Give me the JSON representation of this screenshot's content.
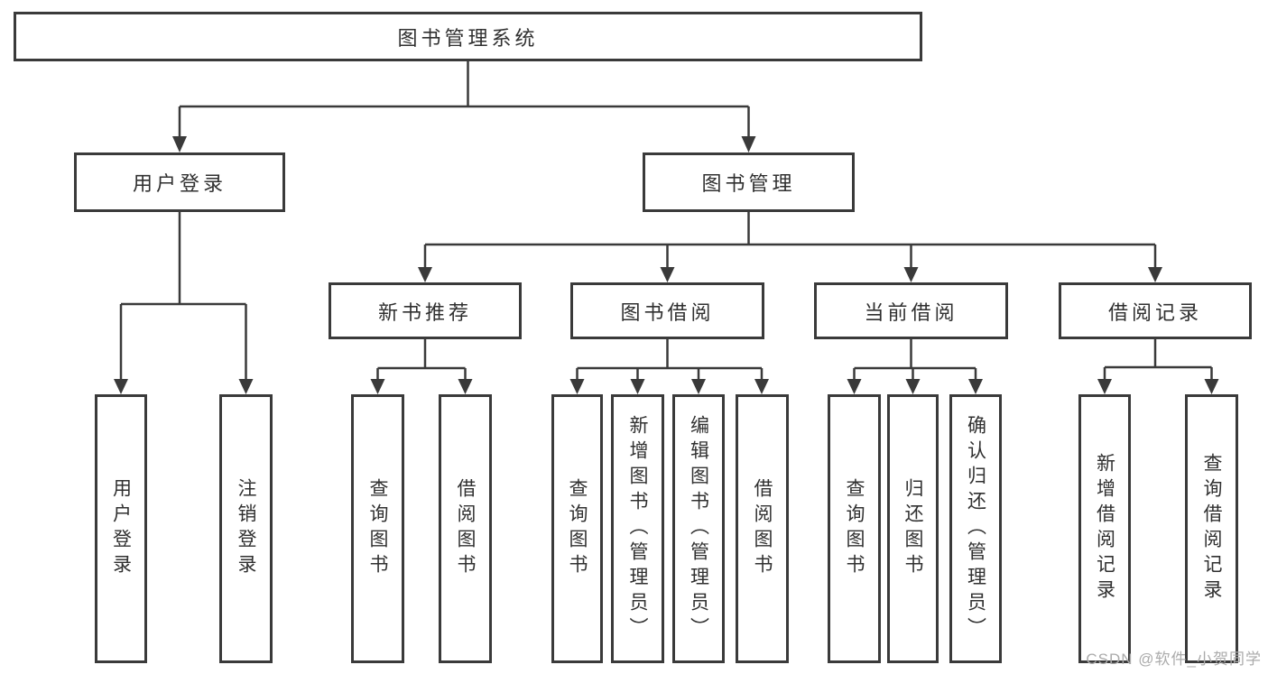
{
  "diagram": {
    "nodes": {
      "root": "图书管理系统",
      "user_login": "用户登录",
      "book_management": "图书管理",
      "new_book_recommend": "新书推荐",
      "book_borrowing": "图书借阅",
      "current_borrowing": "当前借阅",
      "borrowing_records": "借阅记录",
      "leaf_user_login": "用户登录",
      "leaf_logout": "注销登录",
      "leaf_query_books_rec": "查询图书",
      "leaf_borrow_books_rec": "借阅图书",
      "leaf_query_books_borrow": "查询图书",
      "leaf_add_books_admin": "新增图书（管理员）",
      "leaf_edit_books_admin": "编辑图书（管理员）",
      "leaf_borrow_books_borrow": "借阅图书",
      "leaf_query_books_current": "查询图书",
      "leaf_return_books": "归还图书",
      "leaf_confirm_return_admin": "确认归还（管理员）",
      "leaf_add_borrow_record": "新增借阅记录",
      "leaf_query_borrow_record": "查询借阅记录"
    },
    "hierarchy": {
      "图书管理系统": {
        "用户登录": [
          "用户登录",
          "注销登录"
        ],
        "图书管理": {
          "新书推荐": [
            "查询图书",
            "借阅图书"
          ],
          "图书借阅": [
            "查询图书",
            "新增图书（管理员）",
            "编辑图书（管理员）",
            "借阅图书"
          ],
          "当前借阅": [
            "查询图书",
            "归还图书",
            "确认归还（管理员）"
          ],
          "借阅记录": [
            "新增借阅记录",
            "查询借阅记录"
          ]
        }
      }
    },
    "watermark": "CSDN @软件_小贺同学",
    "colors": {
      "line": "#3a3a3a",
      "text": "#303030",
      "box_background": "#ffffff",
      "watermark": "#ababab"
    }
  }
}
